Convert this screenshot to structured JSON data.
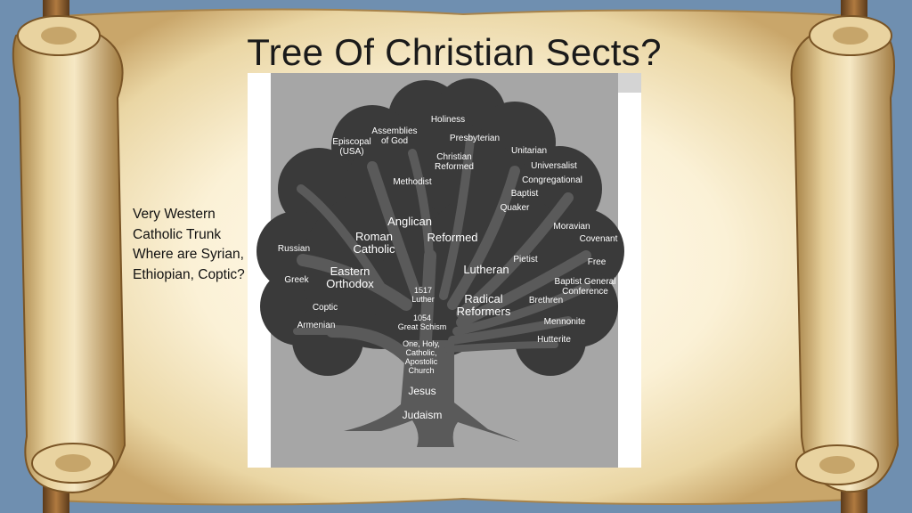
{
  "slide": {
    "title": "Tree Of Christian Sects?",
    "note_lines": [
      "Very Western",
      "Catholic Trunk",
      "Where are Syrian,",
      "Ethiopian, Coptic?"
    ]
  },
  "colors": {
    "canopy": "#3a3a3a",
    "trunk": "#5a5a5a",
    "panel_bg": "#a6a6a6",
    "label": "#ffffff",
    "parchment": "#efe0b8"
  },
  "tree": {
    "labels": {
      "holiness": "Holiness",
      "assemblies_of_god": [
        "Assemblies",
        "of God"
      ],
      "episcopal_usa": [
        "Episcopal",
        "(USA)"
      ],
      "presbyterian": "Presbyterian",
      "christian_reformed": [
        "Christian",
        "Reformed"
      ],
      "unitarian": "Unitarian",
      "universalist": "Universalist",
      "congregational": "Congregational",
      "methodist": "Methodist",
      "baptist": "Baptist",
      "quaker": "Quaker",
      "anglican": "Anglican",
      "roman_catholic": [
        "Roman",
        "Catholic"
      ],
      "reformed": "Reformed",
      "moravian": "Moravian",
      "covenant": "Covenant",
      "russian": "Russian",
      "pietist": "Pietist",
      "free": "Free",
      "lutheran": "Lutheran",
      "eastern_orthodox": [
        "Eastern",
        "Orthodox"
      ],
      "greek": "Greek",
      "luther_1517": [
        "1517",
        "Luther"
      ],
      "baptist_general_conference": [
        "Baptist General",
        "Conference"
      ],
      "radical_reformers": [
        "Radical",
        "Reformers"
      ],
      "brethren": "Brethren",
      "coptic": "Coptic",
      "great_schism_1054": [
        "1054",
        "Great Schism"
      ],
      "mennonite": "Mennonite",
      "armenian": "Armenian",
      "hutterite": "Hutterite",
      "one_holy_church": [
        "One, Holy,",
        "Catholic,",
        "Apostolic",
        "Church"
      ],
      "jesus": "Jesus",
      "judaism": "Judaism"
    }
  }
}
